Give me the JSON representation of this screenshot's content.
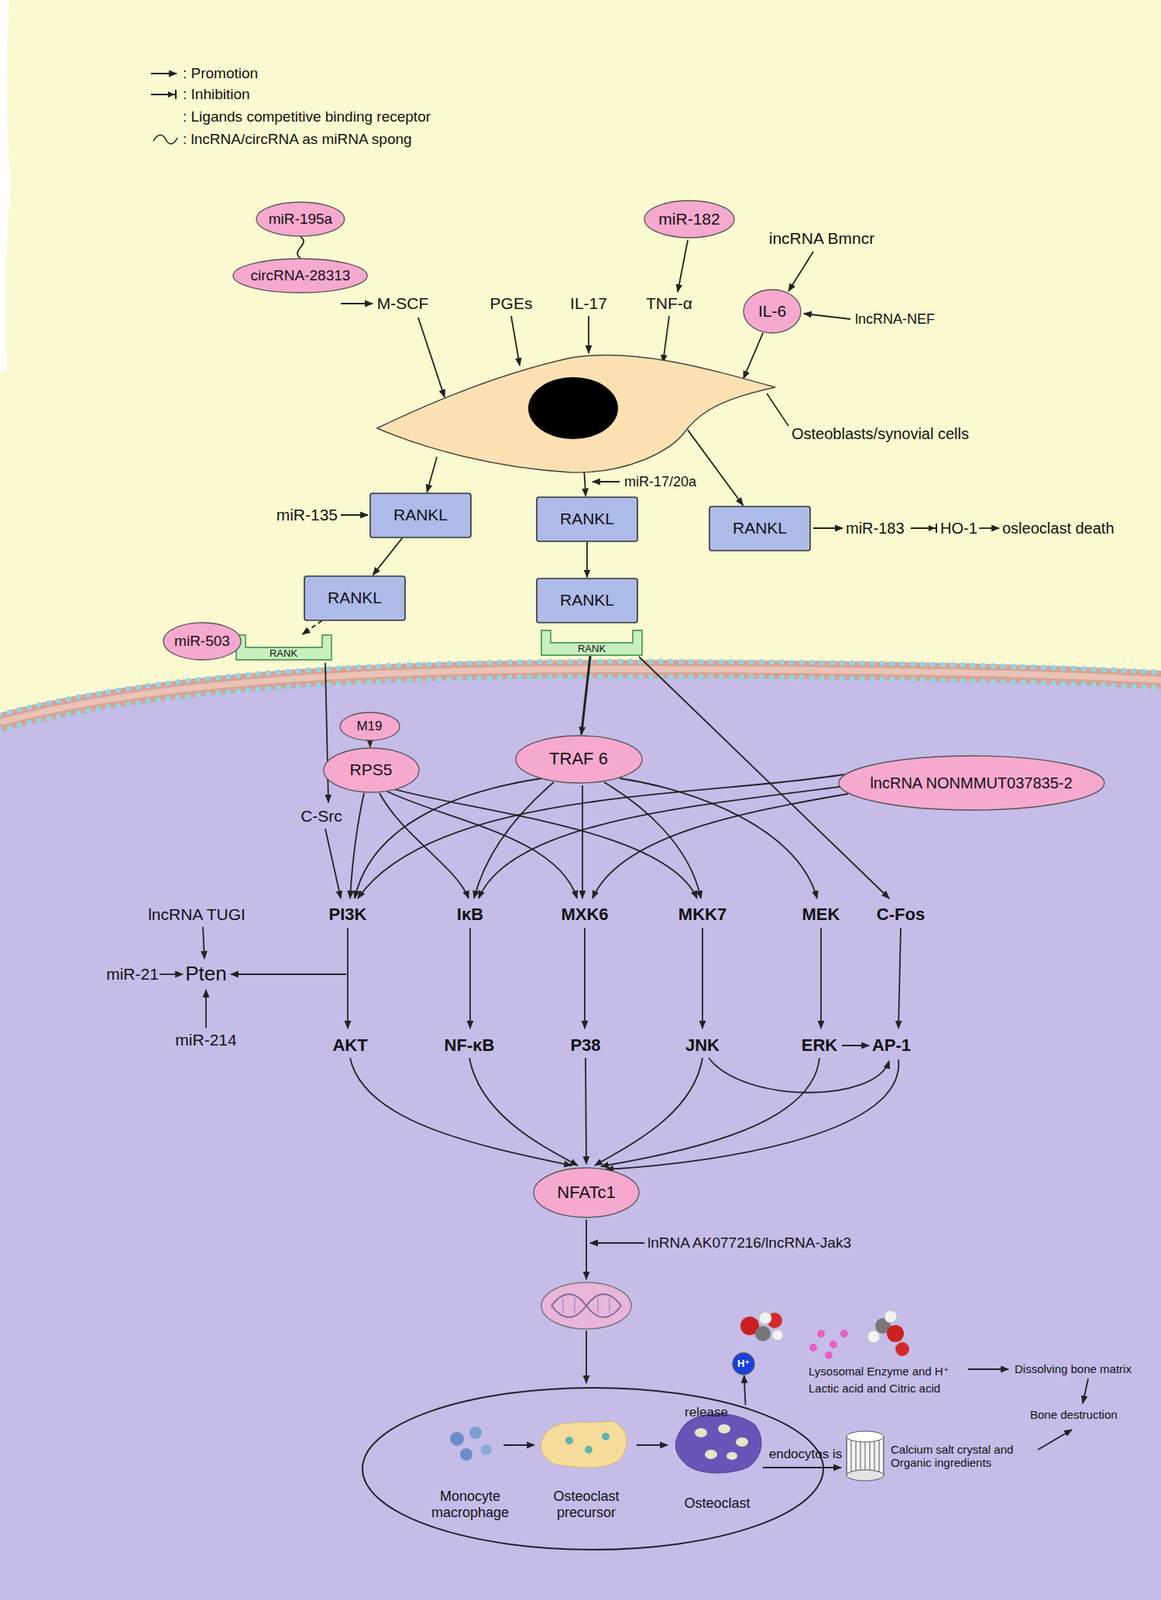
{
  "diagram": {
    "nodes": [
      {
        "text": [
          "miR-195a"
        ]
      },
      {
        "text": [
          "circRNA-28313"
        ]
      },
      {
        "text": [
          "miR-182"
        ]
      },
      {
        "text": [
          "IL-6"
        ]
      },
      {
        "text": [
          "Osteoblasts/synovial cells"
        ]
      },
      {
        "text": [
          "RANKL"
        ]
      },
      {
        "text": [
          "RANKL"
        ]
      },
      {
        "text": [
          "RANKL"
        ]
      },
      {
        "text": [
          "RANKL"
        ]
      },
      {
        "text": [
          "RANK"
        ]
      },
      {
        "text": [
          "RANKL"
        ]
      },
      {
        "text": [
          "RANK"
        ]
      },
      {
        "text": [
          "miR-503"
        ]
      },
      {
        "text": [
          "M19"
        ]
      },
      {
        "text": [
          "RPS5"
        ]
      },
      {
        "text": [
          "TRAF 6"
        ]
      },
      {
        "text": [
          "lncRNA NONMMUT037835-2"
        ]
      },
      {
        "text": [
          "NFATc1"
        ]
      },
      {
        "text": [
          "Monocyte macrophage",
          "Osteoclast precursor",
          "Osteoclast"
        ]
      },
      {
        "text": [
          "H⁺"
        ]
      }
    ],
    "edges": [
      {
        "from": 0,
        "to": 1,
        "arrow": "none"
      },
      {
        "from": 3,
        "to": 4,
        "arrow": "to"
      },
      {
        "from": 4,
        "to": 5,
        "arrow": "to"
      },
      {
        "from": 4,
        "to": 6,
        "arrow": "to"
      },
      {
        "from": 4,
        "to": 7,
        "arrow": "to"
      },
      {
        "from": 5,
        "to": 8,
        "arrow": "to"
      },
      {
        "from": 6,
        "to": 10,
        "arrow": "to"
      },
      {
        "from": 12,
        "to": 9,
        "arrow": "to"
      },
      {
        "from": 8,
        "to": 9,
        "arrow": "to"
      },
      {
        "from": 13,
        "to": 14,
        "arrow": "to"
      },
      {
        "from": 11,
        "to": 15,
        "arrow": "to"
      },
      {
        "from": 18,
        "to": 19,
        "arrow": "to"
      }
    ],
    "labels": [
      "PGEs",
      "IL-17",
      "TNF-α",
      "incRNA Bmncr",
      "lncRNA-NEF",
      "M-SCF",
      "miR-135",
      "miR-17/20a",
      "miR-183",
      "HO-1",
      "osleoclast death",
      "C-Src",
      "PI3K",
      "IκB",
      "MXK6",
      "MKK7",
      "MEK",
      "C-Fos",
      "AKT",
      "NF-κB",
      "P38",
      "JNK",
      "ERK",
      "AP-1",
      "lncRNA TUGI",
      "Pten",
      "miR-21",
      "miR-214",
      "lnRNA AK077216/lncRNA-Jak3",
      "release",
      "endocytos is",
      "Lysosomal Enzyme and H⁺",
      "Lactic acid and Citric acid",
      "Dissolving bone matrix",
      "Bone destruction",
      "Calcium salt crystal and Organic ingredients"
    ],
    "legend": [
      {
        "text": ": Promotion"
      },
      {
        "text": ": Inhibition"
      },
      {
        "text": ": Ligands competitive binding receptor"
      },
      {
        "text": ": lncRNA/circRNA as miRNA spong"
      }
    ]
  }
}
